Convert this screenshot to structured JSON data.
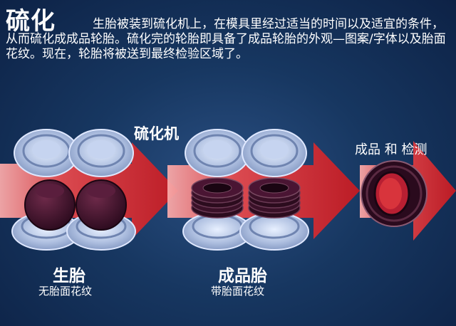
{
  "header": {
    "title": "硫化",
    "description": "生胎被装到硫化机上，在模具里经过适当的时间以及适宜的条件，从而硫化成成品轮胎。硫化完的轮胎即具备了成品轮胎的外观—图案/字体以及胎面花纹。现在，轮胎将被送到最终检验区域了。"
  },
  "diagram": {
    "machine_label": "硫化机",
    "final_label": "成品 和 检测",
    "green_tire": {
      "label": "生胎",
      "sublabel": "无胎面花纹"
    },
    "cured_tire": {
      "label": "成品胎",
      "sublabel": "带胎面花纹"
    }
  },
  "colors": {
    "background": "#173761",
    "arrow": "#d8242a",
    "mold": "#a8bde0",
    "tire": "#4a1533"
  }
}
